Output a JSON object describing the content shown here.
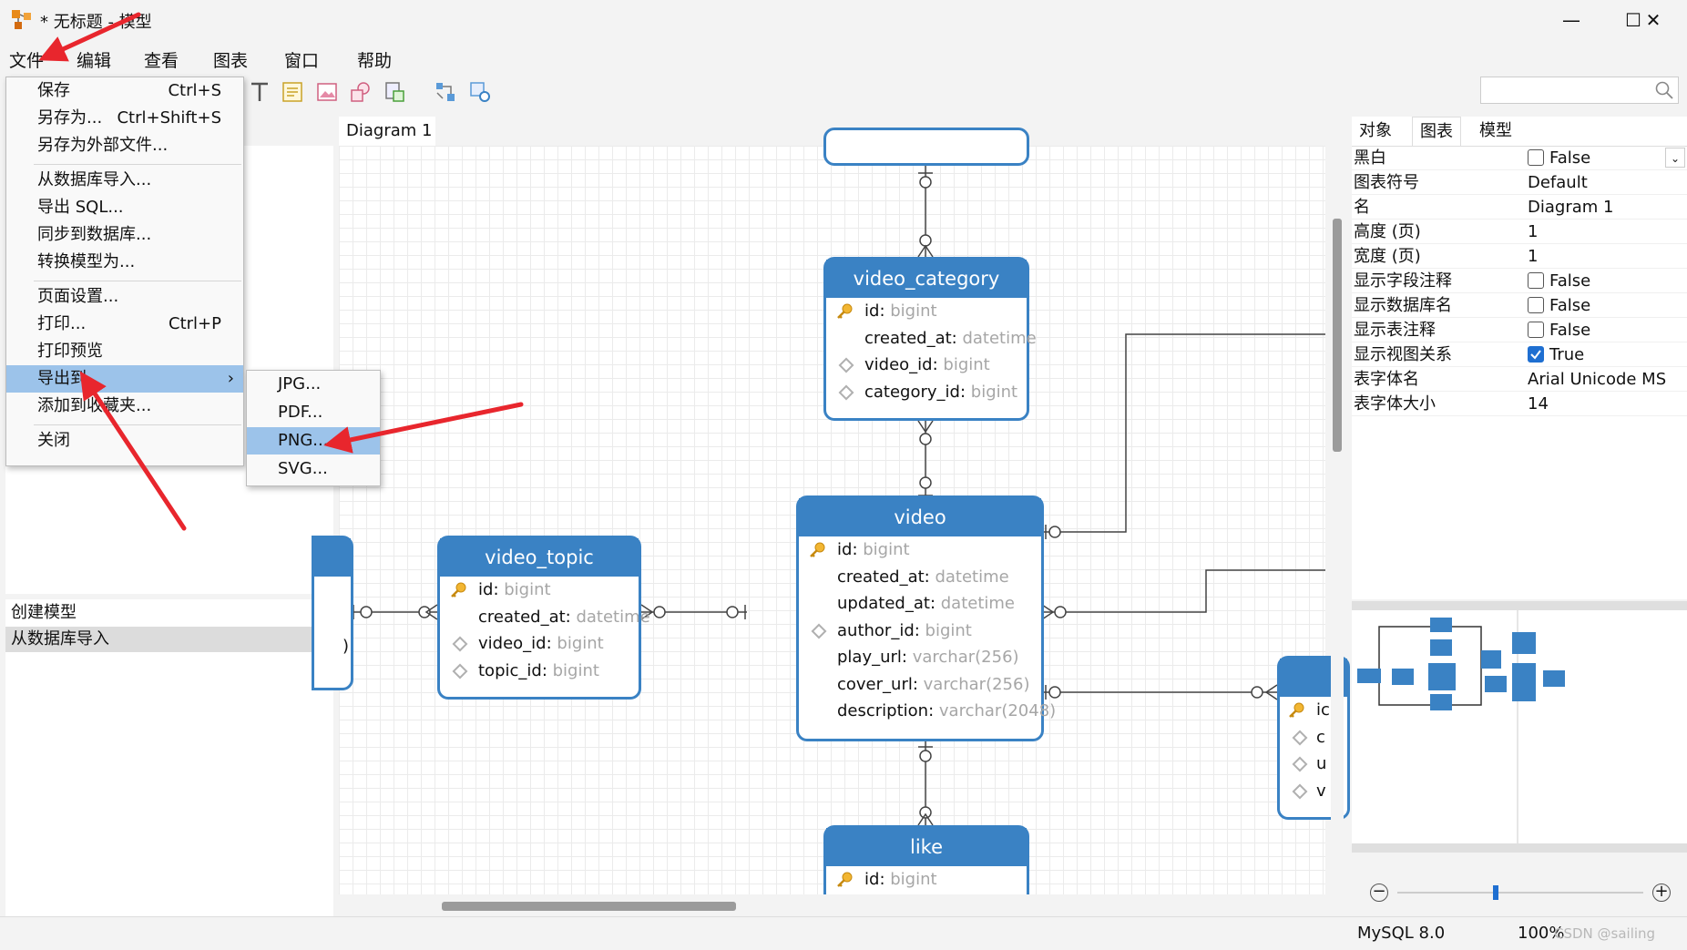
{
  "window": {
    "title": "* 无标题 - 模型",
    "minimize": "—",
    "maximize": "☐",
    "close": "✕"
  },
  "menubar": [
    "文件",
    "编辑",
    "查看",
    "图表",
    "窗口",
    "帮助"
  ],
  "file_menu": {
    "items": [
      {
        "label": "保存",
        "shortcut": "Ctrl+S"
      },
      {
        "label": "另存为...",
        "shortcut": "Ctrl+Shift+S"
      },
      {
        "label": "另存为外部文件...",
        "shortcut": ""
      },
      {
        "label": "从数据库导入...",
        "shortcut": ""
      },
      {
        "label": "导出 SQL...",
        "shortcut": ""
      },
      {
        "label": "同步到数据库...",
        "shortcut": ""
      },
      {
        "label": "转换模型为...",
        "shortcut": ""
      },
      {
        "label": "页面设置...",
        "shortcut": ""
      },
      {
        "label": "打印...",
        "shortcut": "Ctrl+P"
      },
      {
        "label": "打印预览",
        "shortcut": ""
      },
      {
        "label": "导出到",
        "shortcut": "›"
      },
      {
        "label": "添加到收藏夹...",
        "shortcut": ""
      },
      {
        "label": "关闭",
        "shortcut": ""
      }
    ],
    "highlighted": "导出到"
  },
  "export_submenu": {
    "items": [
      "JPG...",
      "PDF...",
      "PNG...",
      "SVG..."
    ],
    "highlighted": "PNG..."
  },
  "left_panel": {
    "items": [
      "创建模型",
      "从数据库导入"
    ],
    "selected": "从数据库导入"
  },
  "diagram_tab": "Diagram 1",
  "entities": {
    "video_category": {
      "name": "video_category",
      "fields": [
        {
          "name": "id",
          "type": "bigint",
          "kind": "pk"
        },
        {
          "name": "created_at",
          "type": "datetime",
          "kind": "plain"
        },
        {
          "name": "video_id",
          "type": "bigint",
          "kind": "fk"
        },
        {
          "name": "category_id",
          "type": "bigint",
          "kind": "fk"
        }
      ]
    },
    "video_topic": {
      "name": "video_topic",
      "fields": [
        {
          "name": "id",
          "type": "bigint",
          "kind": "pk"
        },
        {
          "name": "created_at",
          "type": "datetime",
          "kind": "plain"
        },
        {
          "name": "video_id",
          "type": "bigint",
          "kind": "fk"
        },
        {
          "name": "topic_id",
          "type": "bigint",
          "kind": "fk"
        }
      ]
    },
    "video": {
      "name": "video",
      "fields": [
        {
          "name": "id",
          "type": "bigint",
          "kind": "pk"
        },
        {
          "name": "created_at",
          "type": "datetime",
          "kind": "plain"
        },
        {
          "name": "updated_at",
          "type": "datetime",
          "kind": "plain"
        },
        {
          "name": "author_id",
          "type": "bigint",
          "kind": "fk"
        },
        {
          "name": "play_url",
          "type": "varchar(256)",
          "kind": "plain"
        },
        {
          "name": "cover_url",
          "type": "varchar(256)",
          "kind": "plain"
        },
        {
          "name": "description",
          "type": "varchar(2048)",
          "kind": "plain"
        }
      ]
    },
    "like": {
      "name": "like",
      "fields": [
        {
          "name": "id",
          "type": "bigint",
          "kind": "pk"
        }
      ]
    },
    "partial_right": {
      "rows": [
        "ic",
        "c",
        "u",
        "v"
      ]
    },
    "partial_left": {
      "rows": [
        ")"
      ]
    }
  },
  "right_panel": {
    "tabs": [
      "对象",
      "图表",
      "模型"
    ],
    "active_tab": "图表",
    "properties": [
      {
        "name": "黑白",
        "value": "False",
        "check": "off"
      },
      {
        "name": "图表符号",
        "value": "Default",
        "check": "none"
      },
      {
        "name": "名",
        "value": "Diagram 1",
        "check": "none"
      },
      {
        "name": "高度 (页)",
        "value": "1",
        "check": "none"
      },
      {
        "name": "宽度 (页)",
        "value": "1",
        "check": "none"
      },
      {
        "name": "显示字段注释",
        "value": "False",
        "check": "off"
      },
      {
        "name": "显示数据库名",
        "value": "False",
        "check": "off"
      },
      {
        "name": "显示表注释",
        "value": "False",
        "check": "off"
      },
      {
        "name": "显示视图关系",
        "value": "True",
        "check": "on"
      },
      {
        "name": "表字体名",
        "value": "Arial Unicode MS",
        "check": "none"
      },
      {
        "name": "表字体大小",
        "value": "14",
        "check": "none"
      }
    ]
  },
  "zoom": {
    "minus": "−",
    "plus": "+",
    "level": 0.4
  },
  "statusbar": {
    "db": "MySQL 8.0",
    "zoom": "100%",
    "watermark": "CSDN @sailing"
  },
  "colors": {
    "entity_blue": "#3a82c4",
    "highlight": "#9cc3ea",
    "annotation_red": "#e8262d"
  }
}
